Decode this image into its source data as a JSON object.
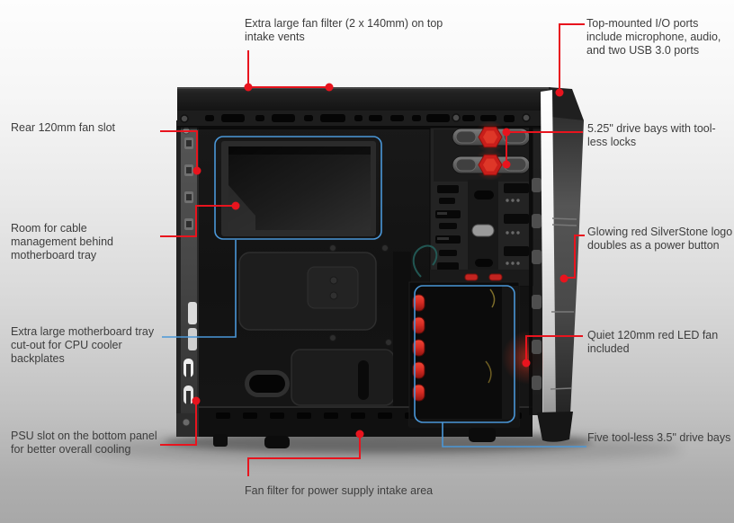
{
  "figure": {
    "type": "annotated-product-diagram",
    "subject": "computer-case-interior-side-view"
  },
  "colors": {
    "annotation_red": "#e8141e",
    "annotation_blue": "#4a97d8",
    "label_text": "#3d3d3d",
    "highlight_clip_red": "#d42a22"
  },
  "labels": {
    "top_fan_filter": "Extra large fan filter (2 x 140mm) on top intake vents",
    "top_io_ports": "Top-mounted I/O ports include microphone, audio, and two USB 3.0 ports",
    "rear_fan_slot": "Rear 120mm fan slot",
    "cable_management": "Room for cable management behind motherboard tray",
    "mb_tray_cutout": "Extra large motherboard tray cut-out for CPU cooler backplates",
    "psu_slot": "PSU slot on the bottom panel for better overall cooling",
    "drive_bays_525": "5.25\" drive bays with tool-less locks",
    "power_logo": "Glowing red SilverStone logo doubles as a power button",
    "led_fan": "Quiet 120mm red LED fan included",
    "drive_bays_35": "Five tool-less 3.5\" drive bays",
    "psu_fan_filter": "Fan filter for power supply intake area"
  }
}
